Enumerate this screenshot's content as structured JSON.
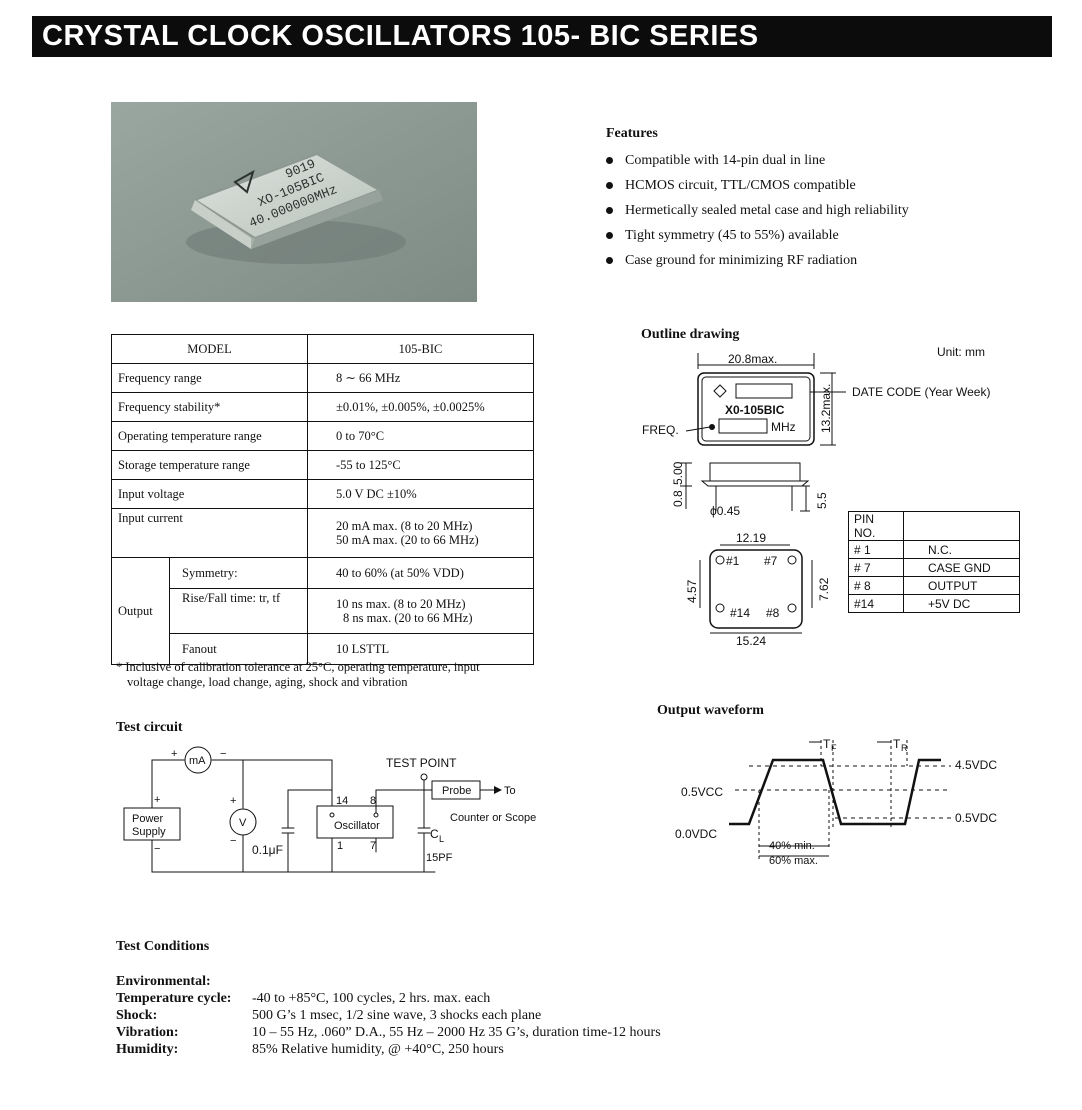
{
  "title": "CRYSTAL CLOCK OSCILLATORS 105- BIC  SERIES",
  "photo": {
    "marking_line1": "9019",
    "marking_line2": "XO-105BIC",
    "marking_line3": "40.000000MHz"
  },
  "features": {
    "heading": "Features",
    "items": [
      "Compatible with 14-pin dual in line",
      "HCMOS circuit, TTL/CMOS compatible",
      "Hermetically sealed metal case and high reliability",
      "Tight symmetry (45 to 55%) available",
      "Case ground for minimizing RF radiation"
    ]
  },
  "spec_table": {
    "model_label": "MODEL",
    "model_value": "105-BIC",
    "rows": [
      {
        "label": "Frequency range",
        "value": "8 ∼ 66 MHz"
      },
      {
        "label": "Frequency stability*",
        "value": "±0.01%, ±0.005%, ±0.0025%"
      },
      {
        "label": "Operating temperature range",
        "value": "0 to 70°C"
      },
      {
        "label": "Storage temperature range",
        "value": "-55 to 125°C"
      },
      {
        "label": "Input voltage",
        "value": "5.0 V DC ±10%"
      },
      {
        "label": "Input current",
        "value_line1": "20 mA max. (8 to 20 MHz)",
        "value_line2": "50 mA max. (20 to 66 MHz)"
      }
    ],
    "output_label": "Output",
    "output_rows": [
      {
        "label": "Symmetry:",
        "value": "40 to 60% (at 50% VDD)"
      },
      {
        "label": "Rise/Fall time: tr, tf",
        "value_line1": "10 ns max. (8 to 20 MHz)",
        "value_line2": "8 ns max. (20 to 66 MHz)"
      },
      {
        "label": "Fanout",
        "value": "10 LSTTL"
      }
    ],
    "note_line1": "* Inclusive of calibration tolerance at 25°C, operating temperature, input",
    "note_line2": "voltage change, load change, aging, shock and vibration"
  },
  "outline": {
    "heading": "Outline drawing",
    "unit": "Unit: mm",
    "width_dim": "20.8max.",
    "height_dim": "13.2max.",
    "date_code": "DATE CODE (Year Week)",
    "part_marking": "X0-105BIC",
    "freq_label": "FREQ.",
    "mhz_label": "MHz",
    "dim_500": "5.00",
    "dim_08": "0.8",
    "dim_55": "5.5",
    "dim_045": "ϕ0.45",
    "dim_1219": "12.19",
    "dim_457": "4.57",
    "dim_762": "7.62",
    "dim_1524": "15.24",
    "pin1": "#1",
    "pin7": "#7",
    "pin14": "#14",
    "pin8": "#8"
  },
  "pin_table": {
    "header": "PIN NO.",
    "rows": [
      {
        "pin": "# 1",
        "func": "N.C."
      },
      {
        "pin": "# 7",
        "func": "CASE GND"
      },
      {
        "pin": "# 8",
        "func": "OUTPUT"
      },
      {
        "pin": "#14",
        "func": "+5V DC"
      }
    ]
  },
  "test_circuit": {
    "heading": "Test circuit",
    "ma": "mA",
    "plus1": "+",
    "minus1": "−",
    "plus2": "+",
    "minus2": "−",
    "plus3": "+",
    "minus3": "−",
    "power_line1": "Power",
    "power_line2": "Supply",
    "volt": "V",
    "cap": "0.1μF",
    "pin14": "14",
    "pin8": "8",
    "pin1": "1",
    "pin7": "7",
    "osc": "Oscillator",
    "test_point": "TEST POINT",
    "probe": "Probe",
    "to": "To",
    "counter": "Counter or Scope",
    "cl": "C",
    "cl_sub": "L",
    "cl_val": "15PF"
  },
  "waveform": {
    "heading": "Output waveform",
    "v45": "4.5VDC",
    "v05dc": "0.5VDC",
    "v05cc": "0.5VCC",
    "v00": "0.0VDC",
    "tf": "T",
    "tf_sub": "F",
    "tr": "T",
    "tr_sub": "R",
    "min40": "40% min.",
    "max60": "60% max."
  },
  "conditions": {
    "heading": "Test Conditions",
    "environmental": "Environmental:",
    "rows": [
      {
        "label": "Temperature cycle:",
        "value": "-40 to +85°C, 100 cycles, 2 hrs. max. each"
      },
      {
        "label": "Shock:",
        "value": "500 G’s 1 msec, 1/2 sine wave, 3 shocks each plane"
      },
      {
        "label": "Vibration:",
        "value": "10 – 55 Hz, .060” D.A., 55 Hz – 2000 Hz 35 G’s, duration time-12 hours"
      },
      {
        "label": "Humidity:",
        "value": "85% Relative humidity, @ +40°C, 250 hours"
      }
    ]
  }
}
